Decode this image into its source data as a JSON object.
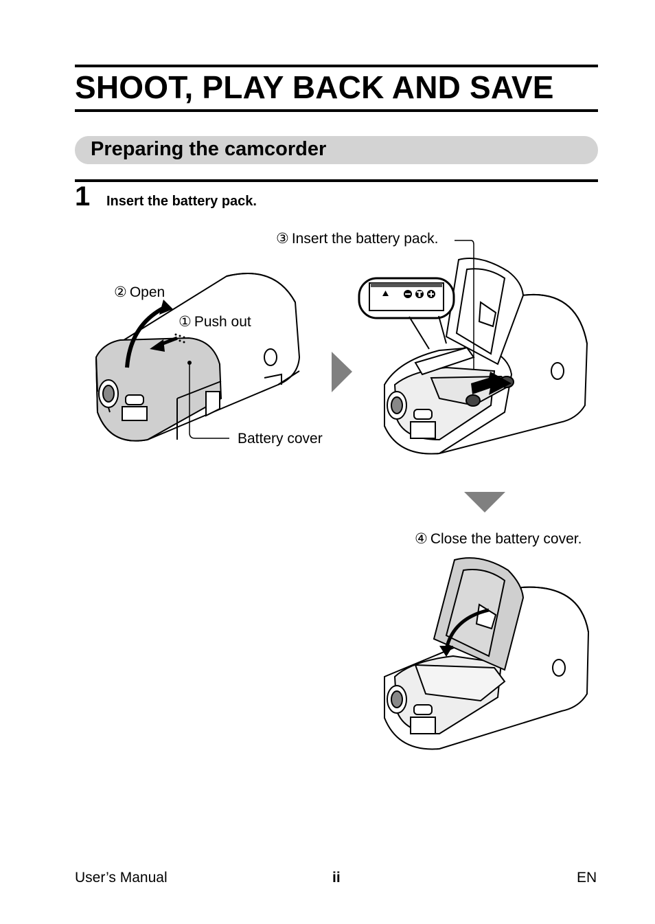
{
  "header": {
    "title": "SHOOT, PLAY BACK AND SAVE"
  },
  "section": {
    "title": "Preparing the camcorder"
  },
  "step": {
    "number": "1",
    "text": "Insert the battery pack."
  },
  "figure": {
    "labels": {
      "open": {
        "num": "②",
        "text": "Open"
      },
      "push_out": {
        "num": "①",
        "text": "Push out"
      },
      "battery_cover": {
        "text": "Battery cover"
      },
      "insert": {
        "num": "③",
        "text": "Insert the battery pack."
      },
      "close": {
        "num": "④",
        "text": "Close the battery cover."
      }
    }
  },
  "footer": {
    "left": "User’s Manual",
    "center": "ii",
    "right": "EN"
  }
}
